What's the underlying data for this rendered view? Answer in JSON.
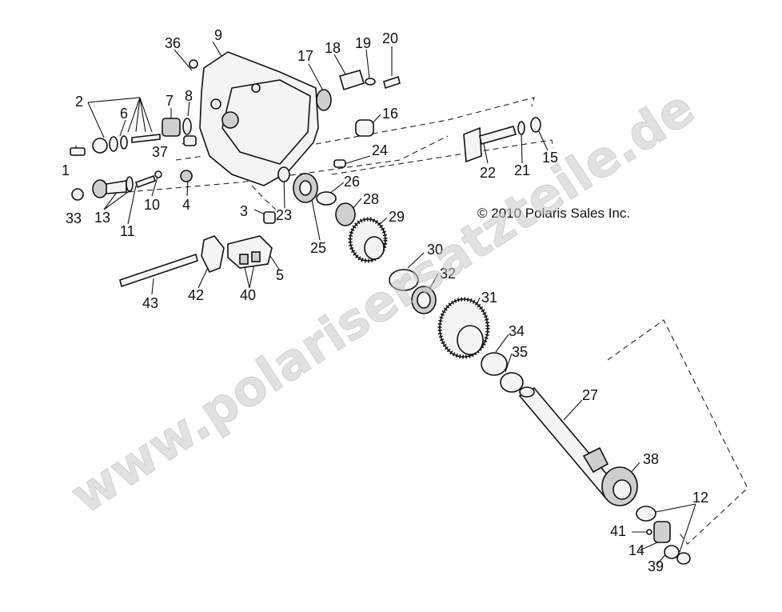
{
  "copyright": "© 2010 Polaris Sales Inc.",
  "watermark": "www.polarisersatzteile.de",
  "callouts": [
    "36",
    "9",
    "17",
    "18",
    "19",
    "20",
    "2",
    "6",
    "7",
    "8",
    "16",
    "1",
    "37",
    "24",
    "22",
    "21",
    "15",
    "33",
    "13",
    "10",
    "4",
    "11",
    "26",
    "28",
    "29",
    "3",
    "23",
    "25",
    "42",
    "40",
    "5",
    "43",
    "30",
    "32",
    "31",
    "34",
    "35",
    "27",
    "38",
    "12",
    "41",
    "14",
    "39"
  ]
}
